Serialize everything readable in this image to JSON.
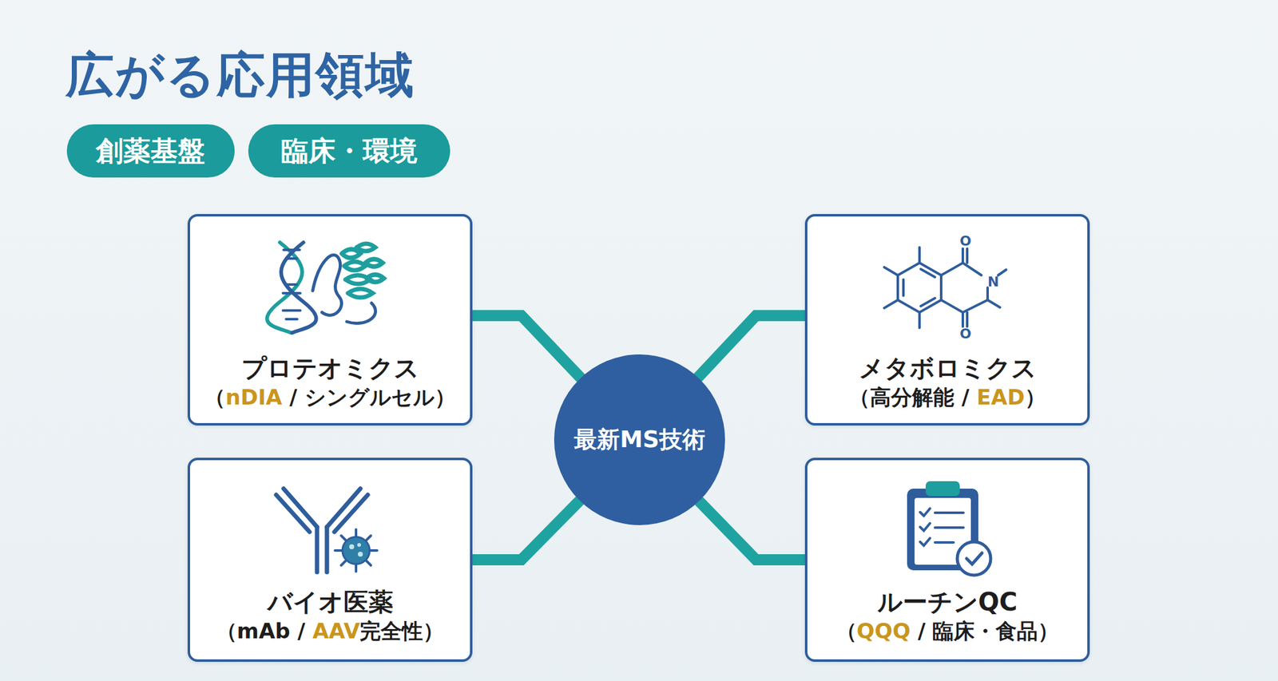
{
  "diagram": {
    "title": "広がる応用領域",
    "nodes": [
      {
        "text": [
          "創薬基盤"
        ]
      },
      {
        "text": [
          "臨床・環境"
        ]
      },
      {
        "text": [
          "プロテオミクス",
          "（nDIA / シングルセル）"
        ]
      },
      {
        "text": [
          "メタボロミクス",
          "（高分解能 / EAD）"
        ]
      },
      {
        "text": [
          "最新MS技術"
        ]
      },
      {
        "text": [
          "バイオ医薬",
          "（mAb / AAV完全性）"
        ]
      },
      {
        "text": [
          "ルーチンQC",
          "（QQQ / 臨床・食品）"
        ]
      }
    ],
    "edges": [
      {
        "from": 4,
        "to": 2,
        "arrow": "none"
      },
      {
        "from": 4,
        "to": 3,
        "arrow": "none"
      },
      {
        "from": 4,
        "to": 5,
        "arrow": "none"
      },
      {
        "from": 4,
        "to": 6,
        "arrow": "none"
      }
    ],
    "labels": [
      "O",
      "N",
      "O"
    ]
  }
}
